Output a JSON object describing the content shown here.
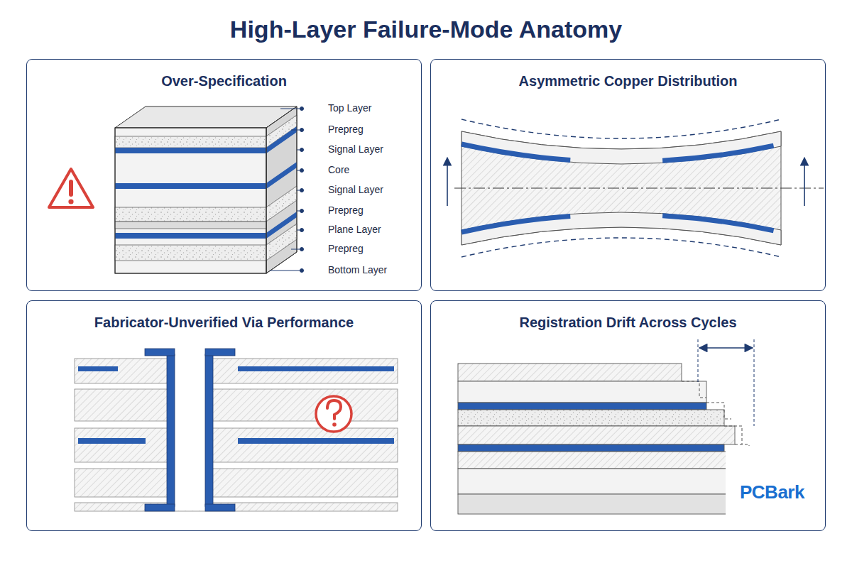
{
  "diagram": {
    "title": "High-Layer Failure-Mode Anatomy",
    "nodes": [
      {
        "text": [
          "Over-Specification"
        ]
      },
      {
        "text": [
          "Asymmetric Copper Distribution"
        ]
      },
      {
        "text": [
          "Fabricator-Unverified Via Performance"
        ]
      },
      {
        "text": [
          "Registration Drift Across Cycles"
        ]
      }
    ],
    "labels": [
      "Top Layer",
      "Prepreg",
      "Signal Layer",
      "Core",
      "Signal Layer",
      "Prepreg",
      "Plane Layer",
      "Prepreg",
      "Bottom Layer",
      "PCBark"
    ]
  }
}
